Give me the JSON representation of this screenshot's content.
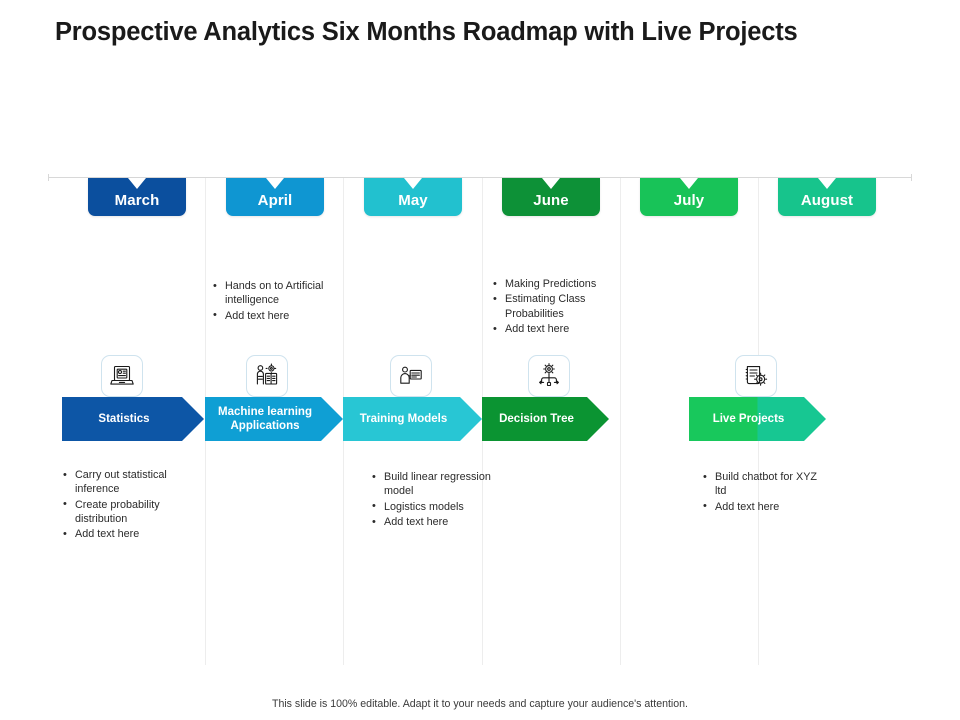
{
  "title": "Prospective Analytics Six Months Roadmap with Live Projects",
  "footer": "This slide is 100% editable. Adapt it to your needs and capture your audience's attention.",
  "palette": {
    "march": "#0b4f9e",
    "april": "#0f96d2",
    "may": "#22c1cf",
    "june": "#0d9137",
    "july": "#18c358",
    "august": "#17c48c",
    "arrow_statistics": "#0d56a6",
    "arrow_machine_learning": "#0f9fd4",
    "arrow_training_models": "#28c6d4",
    "arrow_decision_tree": "#0b9432",
    "arrow_live_projects_left": "#18c85c",
    "arrow_live_projects_right": "#17c792",
    "divider": "#ededed",
    "rule": "#d8d8d8",
    "icon_stroke": "#1a1a1a",
    "icon_border": "#cfe3ee",
    "text": "#2b2b2b"
  },
  "months": [
    {
      "label": "March",
      "color_key": "march"
    },
    {
      "label": "April",
      "color_key": "april"
    },
    {
      "label": "May",
      "color_key": "may"
    },
    {
      "label": "June",
      "color_key": "june"
    },
    {
      "label": "July",
      "color_key": "july"
    },
    {
      "label": "August",
      "color_key": "august"
    }
  ],
  "milestones": [
    {
      "label": "Statistics",
      "icon": "laptop-report-icon"
    },
    {
      "label": "Machine learning Applications",
      "icon": "person-gear-book-icon"
    },
    {
      "label": "Training Models",
      "icon": "presenter-board-icon"
    },
    {
      "label": "Decision Tree",
      "icon": "decision-node-icon"
    },
    {
      "label": "Live Projects",
      "icon": "document-gear-icon"
    }
  ],
  "notes": {
    "april": [
      "Hands on to Artificial intelligence",
      "Add text here"
    ],
    "june": [
      "Making Predictions",
      "Estimating Class Probabilities",
      "Add text here"
    ],
    "march": [
      "Carry out statistical inference",
      "Create probability distribution",
      "Add text here"
    ],
    "may": [
      "Build linear regression model",
      "Logistics models",
      "Add text here"
    ],
    "july": [
      "Build chatbot for XYZ  ltd",
      "Add text here"
    ]
  }
}
